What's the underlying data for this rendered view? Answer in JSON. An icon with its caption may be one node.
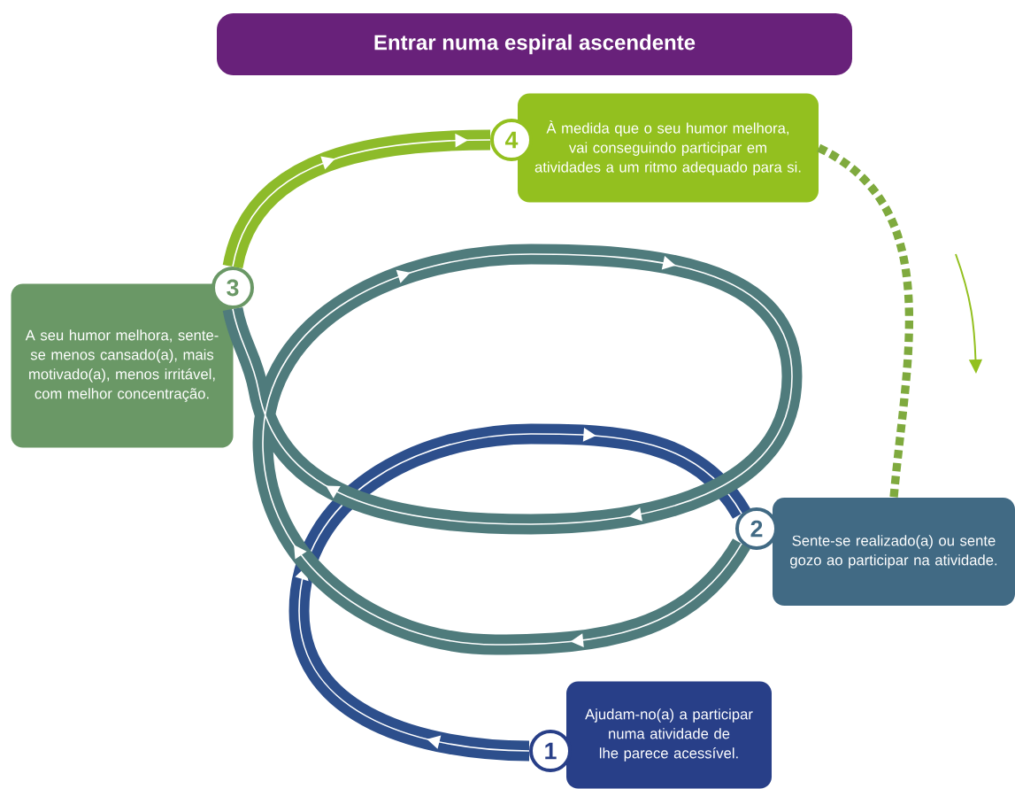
{
  "diagram": {
    "title": "Entrar numa espiral ascendente",
    "nodes": [
      {
        "text": [
          "À medida que o seu humor melhora, vai conseguindo participar em atividades a um ritmo adequado para si."
        ]
      },
      {
        "text": [
          "4"
        ]
      },
      {
        "text": [
          "A seu humor melhora, sente-se menos cansado(a), mais motivado(a), menos irritável, com melhor concentração."
        ]
      },
      {
        "text": [
          "3"
        ]
      },
      {
        "text": [
          "Sente-se realizado(a) ou sente gozo ao participar na atividade."
        ]
      },
      {
        "text": [
          "2"
        ]
      },
      {
        "text": [
          "Ajudam-no(a) a participar numa atividade de lhe parece acessível."
        ]
      },
      {
        "text": [
          "1"
        ]
      }
    ],
    "edges": [
      {
        "from": 7,
        "to": 5,
        "arrow": "to",
        "color": "#2d4f8c"
      },
      {
        "from": 5,
        "to": 3,
        "arrow": "to",
        "color": "#4f7b7c"
      },
      {
        "from": 3,
        "to": 1,
        "arrow": "to",
        "color": "#8dbb2a"
      },
      {
        "from": 0,
        "to": 4,
        "arrow": "none",
        "style": "dashed",
        "color": "#7faa3e"
      }
    ]
  }
}
